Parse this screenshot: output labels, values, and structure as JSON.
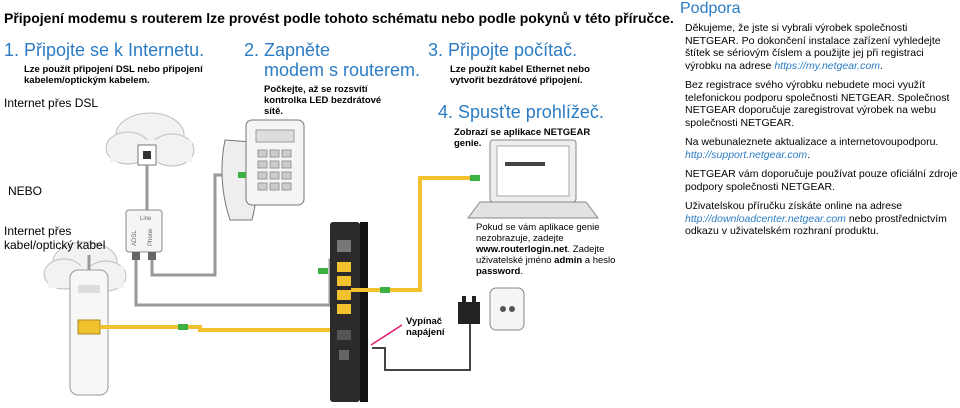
{
  "heading": "Připojení modemu s routerem lze provést podle tohoto schématu nebo podle pokynů v této příručce.",
  "steps": {
    "s1": {
      "title": "1. Připojte se k Internetu.",
      "note": "Lze použít připojení DSL nebo připojení kabelem/optickým kabelem."
    },
    "s2": {
      "title_line1": "2. Zapněte",
      "title_line2": "modem s routerem.",
      "note": "Počkejte, až se rozsvítí kontrolka LED bezdrátové sítě."
    },
    "s3": {
      "title": "3. Připojte počítač.",
      "note": "Lze použít kabel Ethernet nebo vytvořit bezdrátové připojení."
    },
    "s4": {
      "title": "4. Spusťte prohlížeč.",
      "note": "Zobrazí se aplikace NETGEAR genie."
    }
  },
  "labels": {
    "dsl": "Internet přes DSL",
    "or": "NEBO",
    "cable_line1": "Internet přes",
    "cable_line2": "kabel/optický kabel",
    "splitter_line": "Line",
    "splitter_adsl": "ADSL",
    "splitter_phone": "Phone",
    "power_switch_line1": "Vypínač",
    "power_switch_line2": "napájení"
  },
  "genie_note": {
    "t1": "Pokud se vám aplikace genie nezobrazuje, zadejte",
    "url": "www.routerlogin.net",
    "t2": ". Zadejte uživatelské jméno",
    "user": "admin",
    "t3": "a heslo",
    "pass": "password",
    "t4": "."
  },
  "support": {
    "title": "Podpora",
    "p1": "Děkujeme, že jste si vybrali výrobek společnosti NETGEAR. Po dokončení instalace zařízení vyhledejte štítek se sériovým číslem a použijte jej při registraci výrobku na adrese",
    "p1_link": "https://my.netgear.com",
    "p1_end": ".",
    "p2": "Bez registrace svého výrobku nebudete moci využít telefonickou podporu společnosti NETGEAR. Společnost NETGEAR doporučuje zaregistrovat výrobek na webu společnosti NETGEAR.",
    "p3": "Na webunaleznete aktualizace a internetovoupodporu.",
    "p3_link": "http://support.netgear.com",
    "p3_end": ".",
    "p4": "NETGEAR vám doporučuje používat pouze oficiální zdroje podpory společnosti NETGEAR.",
    "p5": "Uživatelskou příručku získáte online na adrese",
    "p5_link": "http://downloadcenter.netgear.com",
    "p5_end": "nebo prostřednictvím odkazu v uživatelském rozhraní produktu."
  },
  "colors": {
    "accent": "#2b7cc4",
    "cable_yellow": "#f2c12e",
    "plug_green": "#3cb043",
    "router": "#2b2b2b"
  }
}
